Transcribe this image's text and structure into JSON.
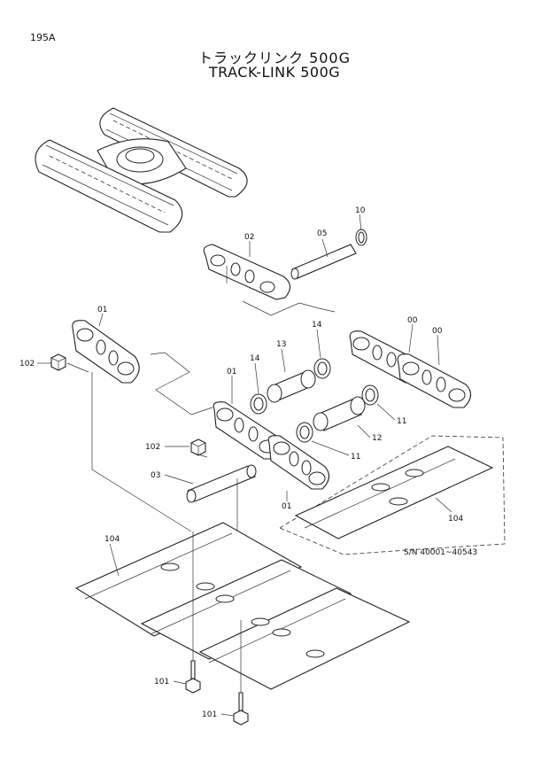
{
  "page": {
    "page_number": "195A",
    "title_jp": "トラックリンク 500G",
    "title_en": "TRACK-LINK 500G"
  },
  "serial_note": "S/N 40001~40543",
  "callouts": {
    "c10": "10",
    "c05": "05",
    "c02": "02",
    "c01_left": "01",
    "c102_left": "102",
    "c13": "13",
    "c14_right": "14",
    "c14_left": "14",
    "c00_a": "00",
    "c00_b": "00",
    "c01_mid": "01",
    "c11_upper": "11",
    "c12": "12",
    "c11_lower": "11",
    "c102_mid": "102",
    "c03": "03",
    "c01_bottom": "01",
    "c104_right": "104",
    "c104_left": "104",
    "c101_upper": "101",
    "c101_lower": "101"
  }
}
